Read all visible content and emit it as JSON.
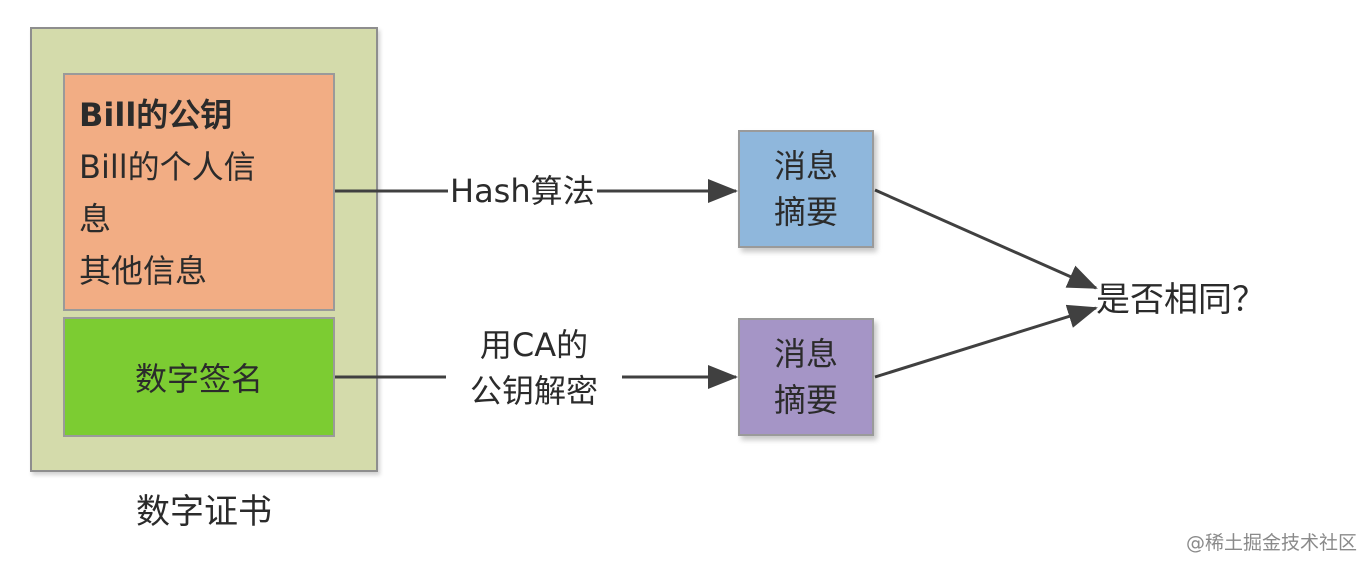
{
  "certificate": {
    "label": "数字证书",
    "info": {
      "public_key": "Bill的公钥",
      "personal_info_line1": "Bill的个人信",
      "personal_info_line2": "息",
      "other_info": "其他信息"
    },
    "signature": "数字签名"
  },
  "edges": {
    "hash_label": "Hash算法",
    "ca_label_line1": "用CA的",
    "ca_label_line2": "公钥解密"
  },
  "digest_top": {
    "line1": "消息",
    "line2": "摘要"
  },
  "digest_bottom": {
    "line1": "消息",
    "line2": "摘要"
  },
  "result": "是否相同？",
  "watermark": "@稀土掘金技术社区",
  "colors": {
    "certificate_bg": "#d4dbab",
    "info_box_bg": "#f2ad84",
    "signature_bg": "#7ccc32",
    "digest_top_bg": "#8fb7dc",
    "digest_bottom_bg": "#a595c6",
    "arrow": "#404040"
  }
}
